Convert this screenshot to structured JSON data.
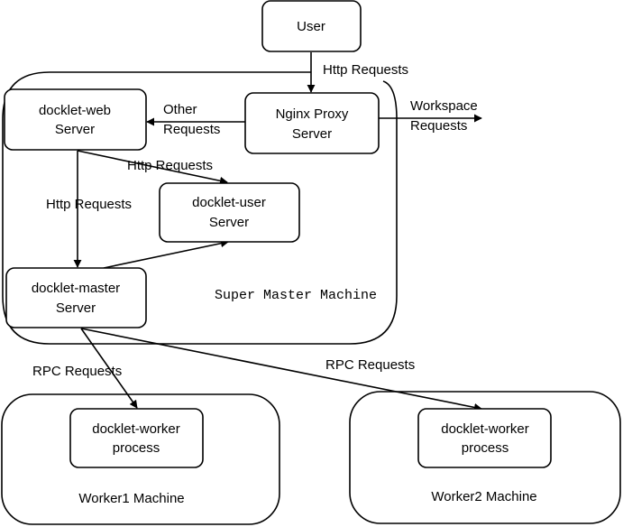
{
  "nodes": {
    "user": {
      "line1": "User"
    },
    "nginx": {
      "line1": "Nginx Proxy",
      "line2": "Server"
    },
    "web": {
      "line1": "docklet-web",
      "line2": "Server"
    },
    "user_server": {
      "line1": "docklet-user",
      "line2": "Server"
    },
    "master": {
      "line1": "docklet-master",
      "line2": "Server"
    },
    "worker1": {
      "line1": "docklet-worker",
      "line2": "process"
    },
    "worker2": {
      "line1": "docklet-worker",
      "line2": "process"
    }
  },
  "containers": {
    "super_master": "Super Master Machine",
    "worker1": "Worker1 Machine",
    "worker2": "Worker2 Machine"
  },
  "edges": {
    "user_to_nginx": "Http Requests",
    "nginx_to_web": {
      "line1": "Other",
      "line2": "Requests"
    },
    "nginx_to_workspace": {
      "line1": "Workspace",
      "line2": "Requests"
    },
    "web_to_user_server": "Http Requests",
    "web_to_master": "Http Requests",
    "master_to_worker1": "RPC Requests",
    "master_to_worker2": "RPC Requests"
  }
}
